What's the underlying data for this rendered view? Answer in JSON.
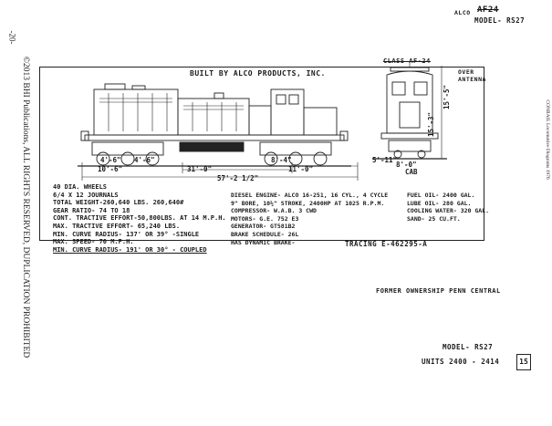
{
  "page": {
    "page_number": "-20-",
    "copyright": "©2013 BHI Publications, ALL RIGHTS RESERVED, DUPLICATION PROHIBITED",
    "side_note": "CONRAIL   Locomotive Diagrams  1976"
  },
  "header": {
    "builder_code": "ALCO",
    "class_code": "AF24",
    "model": "MODEL- RS27"
  },
  "diagram": {
    "builder_caption": "BUILT BY ALCO PRODUCTS, INC.",
    "class_label": "CLASS AF-24",
    "over_antenna": [
      "OVER",
      "ANTENNA"
    ],
    "height_total": "15'-5\"",
    "height_cab": "15'-3\"",
    "cab_width": "8'-0\"",
    "cab_label": "CAB",
    "truck_spacing": "10'-6\"",
    "axle_left_a": "4'-6\"",
    "axle_left_b": "4'-6\"",
    "truck_center": "31'-0\"",
    "axle_right": "8'-4\"",
    "rear_overhang": "11'-0\"",
    "overall_length": "57'-2 1/2\"",
    "truck_width": "5'-11\""
  },
  "specs_left": [
    "40 DIA. WHEELS",
    "6/4 X 12 JOURNALS",
    "TOTAL WEIGHT-260,640 LBS. 260,640#",
    "GEAR RATIO- 74 TO 18",
    "CONT. TRACTIVE EFFORT-50,800LBS. AT 14 M.P.H.",
    "MAX. TRACTIVE EFFORT- 65,240 LBS.",
    "MIN. CURVE RADIUS- 137' OR 39° -SINGLE",
    "MAX. SPEED- 70 M.P.H.",
    "MIN. CURVE RADIUS- 191' OR 30° - COUPLED"
  ],
  "specs_middle": [
    "DIESEL ENGINE- ALCO 16-251, 16 CYL., 4 CYCLE",
    "9\" BORE, 10½\" STROKE, 2400HP AT 1025 R.P.M.",
    "COMPRESSOR- W.A.B. 3 CWD",
    "MOTORS- G.E. 752 E3",
    "GENERATOR- GT581B2",
    "BRAKE SCHEDULE- 26L",
    "HAS DYNAMIC BRAKE-"
  ],
  "specs_right": [
    "FUEL OIL- 2400 GAL.",
    "LUBE OIL- 280 GAL.",
    "COOLING WATER- 320 GAL.",
    "SAND- 25 CU.FT."
  ],
  "tracing": "TRACING E-462295-A",
  "former_ownership": "FORMER OWNERSHIP PENN CENTRAL",
  "footer": {
    "model": "MODEL- RS27",
    "units": "UNITS 2400 - 2414",
    "box_number": "15"
  }
}
